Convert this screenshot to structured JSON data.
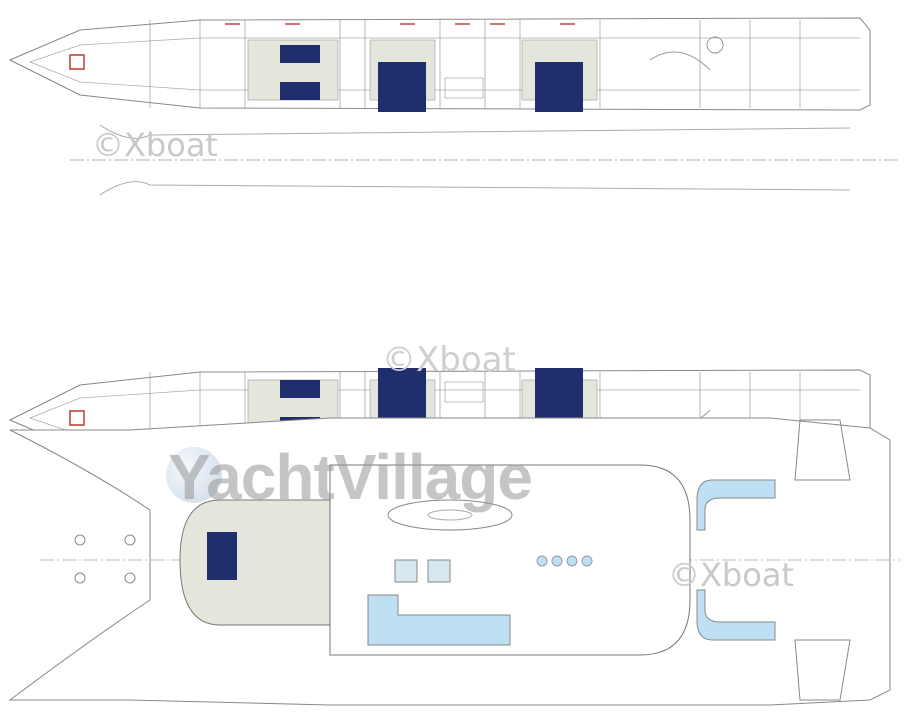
{
  "watermarks": {
    "copyright_top_left": "©Xboat",
    "copyright_center": "©Xboat",
    "copyright_bottom_right": "©Xboat",
    "logo": "YachtVillage"
  },
  "colors": {
    "line": "#8a8a8a",
    "bed": "#1f2f6e",
    "cabin_floor": "#e4e6dc",
    "pool": "#bfe0f2",
    "marker": "#c0392b"
  }
}
